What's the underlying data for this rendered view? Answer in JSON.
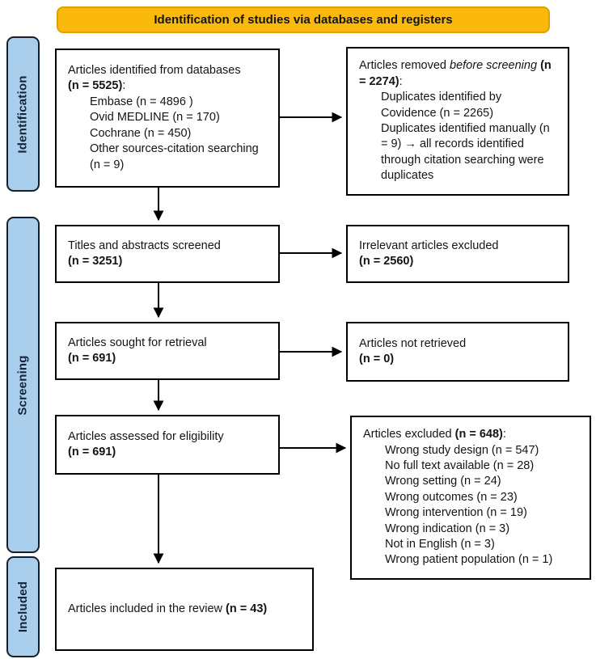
{
  "colors": {
    "header_fill": "#FBB90E",
    "header_border": "#DFA007",
    "stage_fill": "#A9CFEC",
    "stage_border": "#14202E",
    "line_color": "#000000",
    "text_color": "#141414"
  },
  "header": {
    "title": "Identification of studies via databases and registers"
  },
  "stages": {
    "identification": "Identification",
    "screening": "Screening",
    "included": "Included"
  },
  "boxes": {
    "identified": {
      "line1": "Articles identified from databases",
      "bold": "(n = 5525)",
      "suffix": ":",
      "items": [
        "Embase (n = 4896 )",
        "Ovid MEDLINE (n = 170)",
        "Cochrane (n = 450)",
        "Other sources-citation searching (n = 9)"
      ]
    },
    "removed": {
      "prefix": "Articles removed ",
      "italic": "before screening ",
      "bold": "(n = 2274)",
      "suffix": ":",
      "items": [
        "Duplicates identified by Covidence (n = 2265)",
        "Duplicates identified manually (n = 9) → all records identified through citation searching were duplicates"
      ]
    },
    "screened": {
      "line1": "Titles and abstracts screened",
      "bold": "(n = 3251)"
    },
    "irrelevant": {
      "line1": "Irrelevant articles excluded",
      "bold": "(n = 2560)"
    },
    "sought": {
      "line1": "Articles sought for retrieval",
      "bold": "(n = 691)"
    },
    "not_retrieved": {
      "line1": "Articles not retrieved",
      "bold": "(n = 0)"
    },
    "assessed": {
      "line1": "Articles assessed for eligibility",
      "bold": "(n = 691)"
    },
    "excluded": {
      "prefix": "Articles excluded ",
      "bold": "(n = 648)",
      "suffix": ":",
      "items": [
        "Wrong study design (n = 547)",
        "No full text available (n = 28)",
        "Wrong setting (n = 24)",
        "Wrong outcomes (n = 23)",
        "Wrong intervention (n = 19)",
        "Wrong indication (n = 3)",
        "Not in English (n = 3)",
        "Wrong patient population (n = 1)"
      ]
    },
    "included": {
      "prefix": "Articles included in the review ",
      "bold": "(n = 43)"
    }
  }
}
